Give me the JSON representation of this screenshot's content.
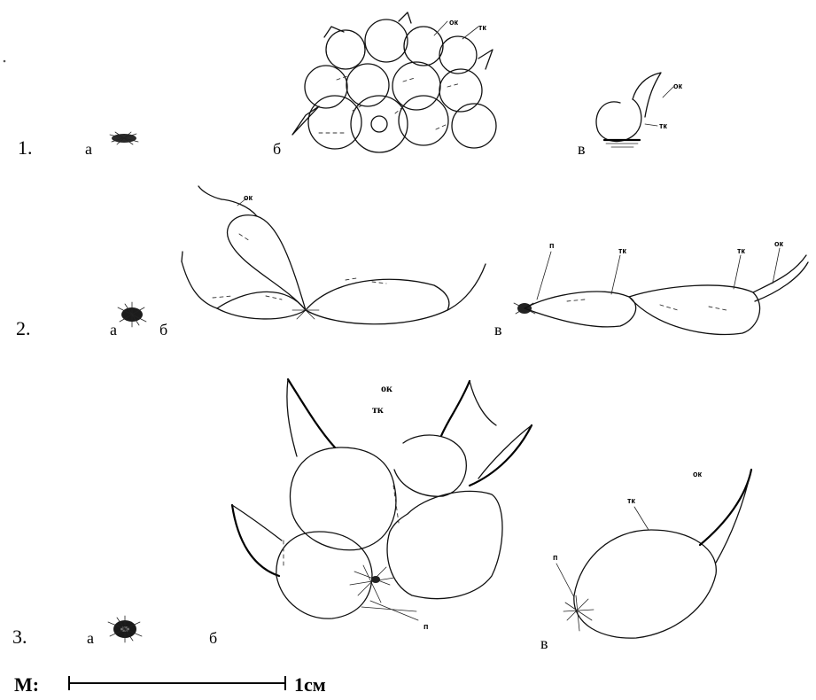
{
  "rows": [
    {
      "number": "1.",
      "labels": {
        "a": "а",
        "b": "б",
        "v": "в"
      }
    },
    {
      "number": "2.",
      "labels": {
        "a": "а",
        "b": "б",
        "v": "в"
      }
    },
    {
      "number": "3.",
      "labels": {
        "a": "а",
        "b": "б",
        "v": "в"
      }
    }
  ],
  "annotations": {
    "r1_b_top": "ок",
    "r1_b_top2": "тк",
    "r1_v_a": "ок",
    "r1_v_b": "тк",
    "r2_b_ok": "ок",
    "r2_v_p": "п",
    "r2_v_tk1": "тк",
    "r2_v_tk2": "тк",
    "r2_v_ok": "ок",
    "r3_b_ok": "ок",
    "r3_b_tk": "тк",
    "r3_b_p": "п",
    "r3_v_ok": "ок",
    "r3_v_tk": "тк",
    "r3_v_p": "п"
  },
  "scale": {
    "prefix": "М:",
    "value": "1см"
  }
}
